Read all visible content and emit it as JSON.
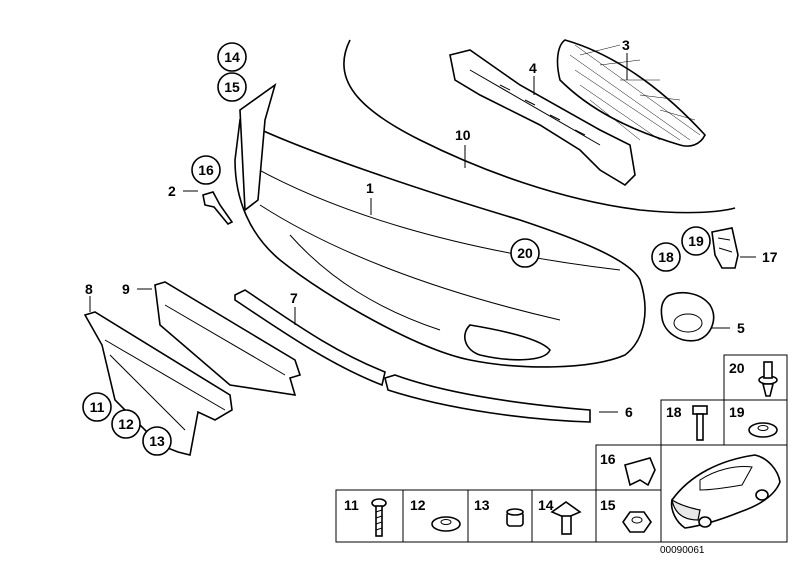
{
  "diagram": {
    "callouts": {
      "c1": "1",
      "c2": "2",
      "c3": "3",
      "c4": "4",
      "c5": "5",
      "c6": "6",
      "c7": "7",
      "c8": "8",
      "c9": "9",
      "c10": "10",
      "c11": "11",
      "c12": "12",
      "c13": "13",
      "c14": "14",
      "c15": "15",
      "c16": "16",
      "c17": "17",
      "c18": "18",
      "c19": "19",
      "c20": "20"
    },
    "legend": {
      "k11": "11",
      "k12": "12",
      "k13": "13",
      "k14": "14",
      "k15": "15",
      "k16": "16",
      "k18": "18",
      "k19": "19",
      "k20": "20"
    },
    "diagram_id": "00090061"
  }
}
